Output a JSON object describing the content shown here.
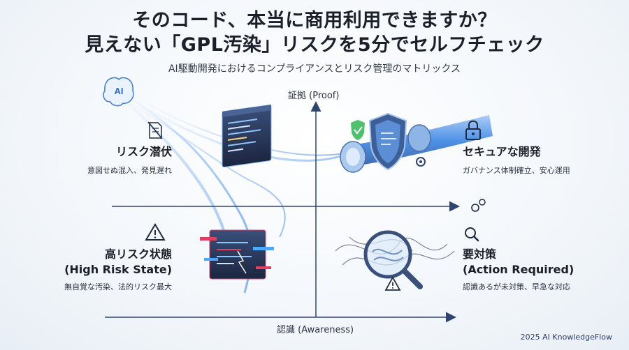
{
  "header": {
    "title_line1": "そのコード、本当に商用利用できますか？",
    "title_line2": "見えない「GPL汚染」リスクを5分でセルフチェック",
    "subtitle": "AI駆動開発におけるコンプライアンスとリスク管理のマトリックス"
  },
  "axes": {
    "y_label": "証拠 (Proof)",
    "x_label": "認識 (Awareness)"
  },
  "ai_badge": "AI",
  "quadrants": {
    "top_left": {
      "title": "リスク潜伏",
      "desc": "意図せぬ混入、発見遅れ",
      "icon": "document-icon"
    },
    "top_right": {
      "title": "セキュアな開発",
      "desc": "ガバナンス体制確立、安心運用",
      "icon": "lock-icon"
    },
    "bottom_left": {
      "title_line1": "高リスク状態",
      "title_line2": "(High Risk State)",
      "desc": "無自覚な汚染、法的リスク最大",
      "icon": "warning-icon"
    },
    "bottom_right": {
      "title_line1": "要対策",
      "title_line2": "(Action Required)",
      "desc": "認識あるが未対策、早急な対応",
      "icon": "magnifier-icon"
    }
  },
  "footer": "2025 AI KnowledgeFlow",
  "colors": {
    "accent_blue": "#2f7de1",
    "dark_navy": "#1e2a44",
    "axis": "#2f4470",
    "glitch_red": "#e04060"
  }
}
